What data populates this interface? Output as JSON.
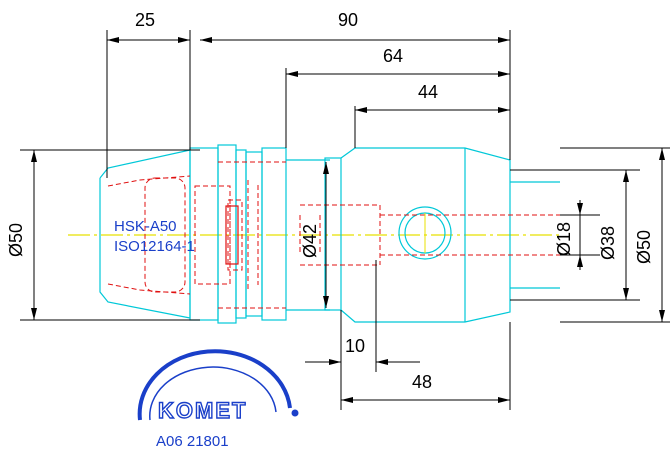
{
  "colors": {
    "outline": "#00c8d8",
    "hidden": "#e01010",
    "dimension": "#000000",
    "centerline": "#e8e000",
    "brand": "#1a3fc9"
  },
  "dimensions": {
    "top_25": "25",
    "top_90": "90",
    "top_64": "64",
    "top_44": "44",
    "left_d50": "Ø50",
    "inner_d42": "Ø42",
    "right_d18": "Ø18",
    "right_d38": "Ø38",
    "right_d50": "Ø50",
    "bottom_10": "10",
    "bottom_48": "48"
  },
  "labels": {
    "interface_line1": "HSK-A50",
    "interface_line2": "ISO12164-1"
  },
  "brand": {
    "logo_text": "KOMET",
    "logo_icon": "komet-arc-logo-icon",
    "part_number": "A06 21801"
  }
}
